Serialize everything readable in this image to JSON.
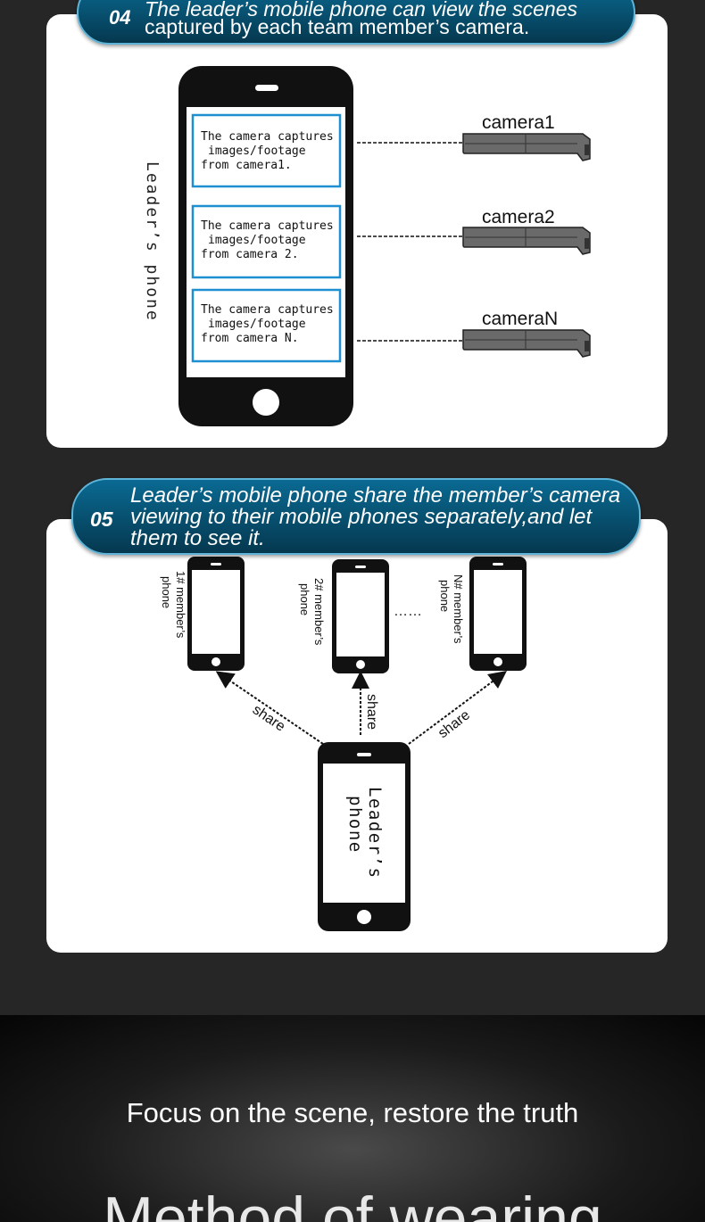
{
  "section04": {
    "number": "04",
    "title_line1": "The leader’s mobile phone can view the scenes",
    "title_line2": "captured by each team member’s camera.",
    "phone_label": "Leader’s phone",
    "boxes": [
      {
        "line1": "The camera captures",
        "line2": "images/footage",
        "line3": "from camera1."
      },
      {
        "line1": "The camera captures",
        "line2": "images/footage",
        "line3": "from camera 2."
      },
      {
        "line1": "The camera captures",
        "line2": "images/footage",
        "line3": "from camera N."
      }
    ],
    "cameras": [
      "camera1",
      "camera2",
      "cameraN"
    ]
  },
  "section05": {
    "number": "05",
    "title_line1": "Leader’s mobile phone share the member’s camera",
    "title_line2": "viewing to their mobile phones separately,and let",
    "title_line3": "them to see it.",
    "member_phones": [
      {
        "line1": "1# member’s",
        "line2": "phone"
      },
      {
        "line1": "2# member’s",
        "line2": "phone"
      },
      {
        "line1": "N# member’s",
        "line2": "phone"
      }
    ],
    "ellipsis": "……",
    "share_label": "share",
    "leader_line1": "Leader’s",
    "leader_line2": "phone"
  },
  "footer": {
    "tagline": "Focus on the scene, restore the truth",
    "heading": "Method of wearing"
  },
  "colors": {
    "pill_top": "#0a6a93",
    "pill_bottom": "#05384f",
    "box_border": "#1e8fd0",
    "background": "#262626"
  }
}
